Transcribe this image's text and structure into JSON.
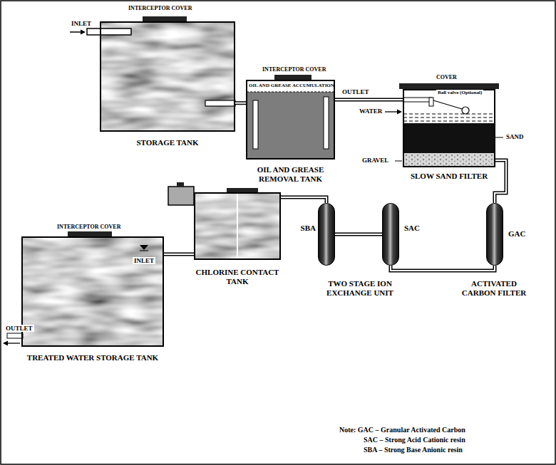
{
  "diagram": {
    "nodes": [
      {
        "text": [
          "STORAGE TANK"
        ]
      },
      {
        "text": [
          "OIL AND GREASE REMOVAL TANK"
        ]
      },
      {
        "text": [
          "SLOW SAND FILTER"
        ]
      },
      {
        "text": [
          "GAC",
          "ACTIVATED CARBON FILTER"
        ]
      },
      {
        "text": [
          "SAC"
        ]
      },
      {
        "text": [
          "SBA"
        ]
      },
      {
        "text": [
          "CHLORINE CONTACT TANK"
        ]
      },
      {
        "text": [
          "TREATED WATER STORAGE TANK"
        ]
      }
    ],
    "edges": [
      {
        "from": 0,
        "to": 1,
        "arrow": "none"
      },
      {
        "from": 1,
        "to": 2,
        "arrow": "none"
      },
      {
        "from": 2,
        "to": 3,
        "arrow": "none"
      },
      {
        "from": 3,
        "to": 4,
        "arrow": "none"
      },
      {
        "from": 4,
        "to": 5,
        "arrow": "none"
      },
      {
        "from": 5,
        "to": 6,
        "arrow": "none"
      },
      {
        "from": 6,
        "to": 7,
        "arrow": "none"
      }
    ],
    "labels": [
      "INTERCEPTOR COVER",
      "INLET",
      "INTERCEPTOR COVER",
      "OIL AND GREASE ACCUMULATION",
      "OUTLET",
      "COVER",
      "WATER",
      "Ball valve (Optional)",
      "SAND",
      "GRAVEL",
      "TWO STAGE ION EXCHANGE UNIT",
      "INTERCEPTOR COVER",
      "INLET",
      "OUTLET",
      "Note:  GAC – Granular Activated Carbon",
      "SAC – Strong Acid Cationic resin",
      "SBA – Strong Base Anionic resin"
    ]
  }
}
